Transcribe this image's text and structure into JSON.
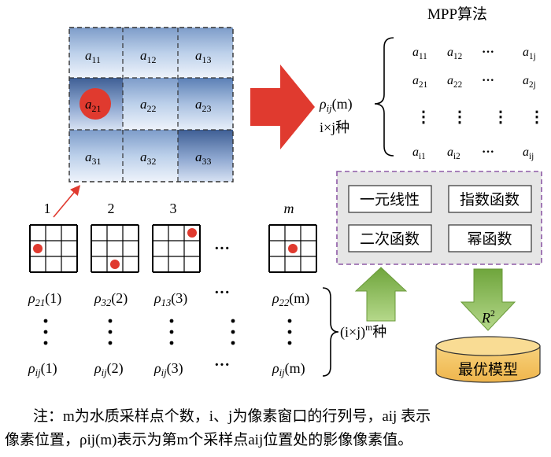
{
  "grid": {
    "cells": [
      [
        "a11",
        "a12",
        "a13"
      ],
      [
        "a21",
        "a22",
        "a23"
      ],
      [
        "a31",
        "a32",
        "a33"
      ]
    ],
    "highlight_cell": "a21"
  },
  "mpp": {
    "title": "MPP算法",
    "rho_label": "ρij(m)",
    "count_label": "i×j种",
    "matrix": [
      [
        "a11",
        "a12",
        "···",
        "a1j"
      ],
      [
        "a21",
        "a22",
        "···",
        "a2j"
      ],
      [
        "⋮",
        "⋮",
        "⋮",
        "⋮"
      ],
      [
        "ai1",
        "ai2",
        "···",
        "aij"
      ]
    ]
  },
  "models": {
    "items": [
      "一元线性",
      "指数函数",
      "二次函数",
      "幂函数"
    ],
    "r2_label": "R2",
    "best_label": "最优模型"
  },
  "samples": {
    "indices": [
      "1",
      "2",
      "3",
      "m"
    ],
    "ellipsis": "···",
    "row1": [
      "ρ21(1)",
      "ρ32(2)",
      "ρ13(3)",
      "ρ22(m)"
    ],
    "row3": [
      "ρij(1)",
      "ρij(2)",
      "ρij(3)",
      "ρij(m)"
    ],
    "combo_label": "(i×j)m种"
  },
  "note": {
    "line1": "注：m为水质采样点个数，i、j为像素窗口的行列号，aij 表示",
    "line2": "像素位置，ρij(m)表示为第m个采样点aij位置处的影像像素值。"
  },
  "colors": {
    "red": "#e03a2f",
    "green": "#8ab84a",
    "purple": "#8e5aa6",
    "gold": "#f2c466"
  }
}
